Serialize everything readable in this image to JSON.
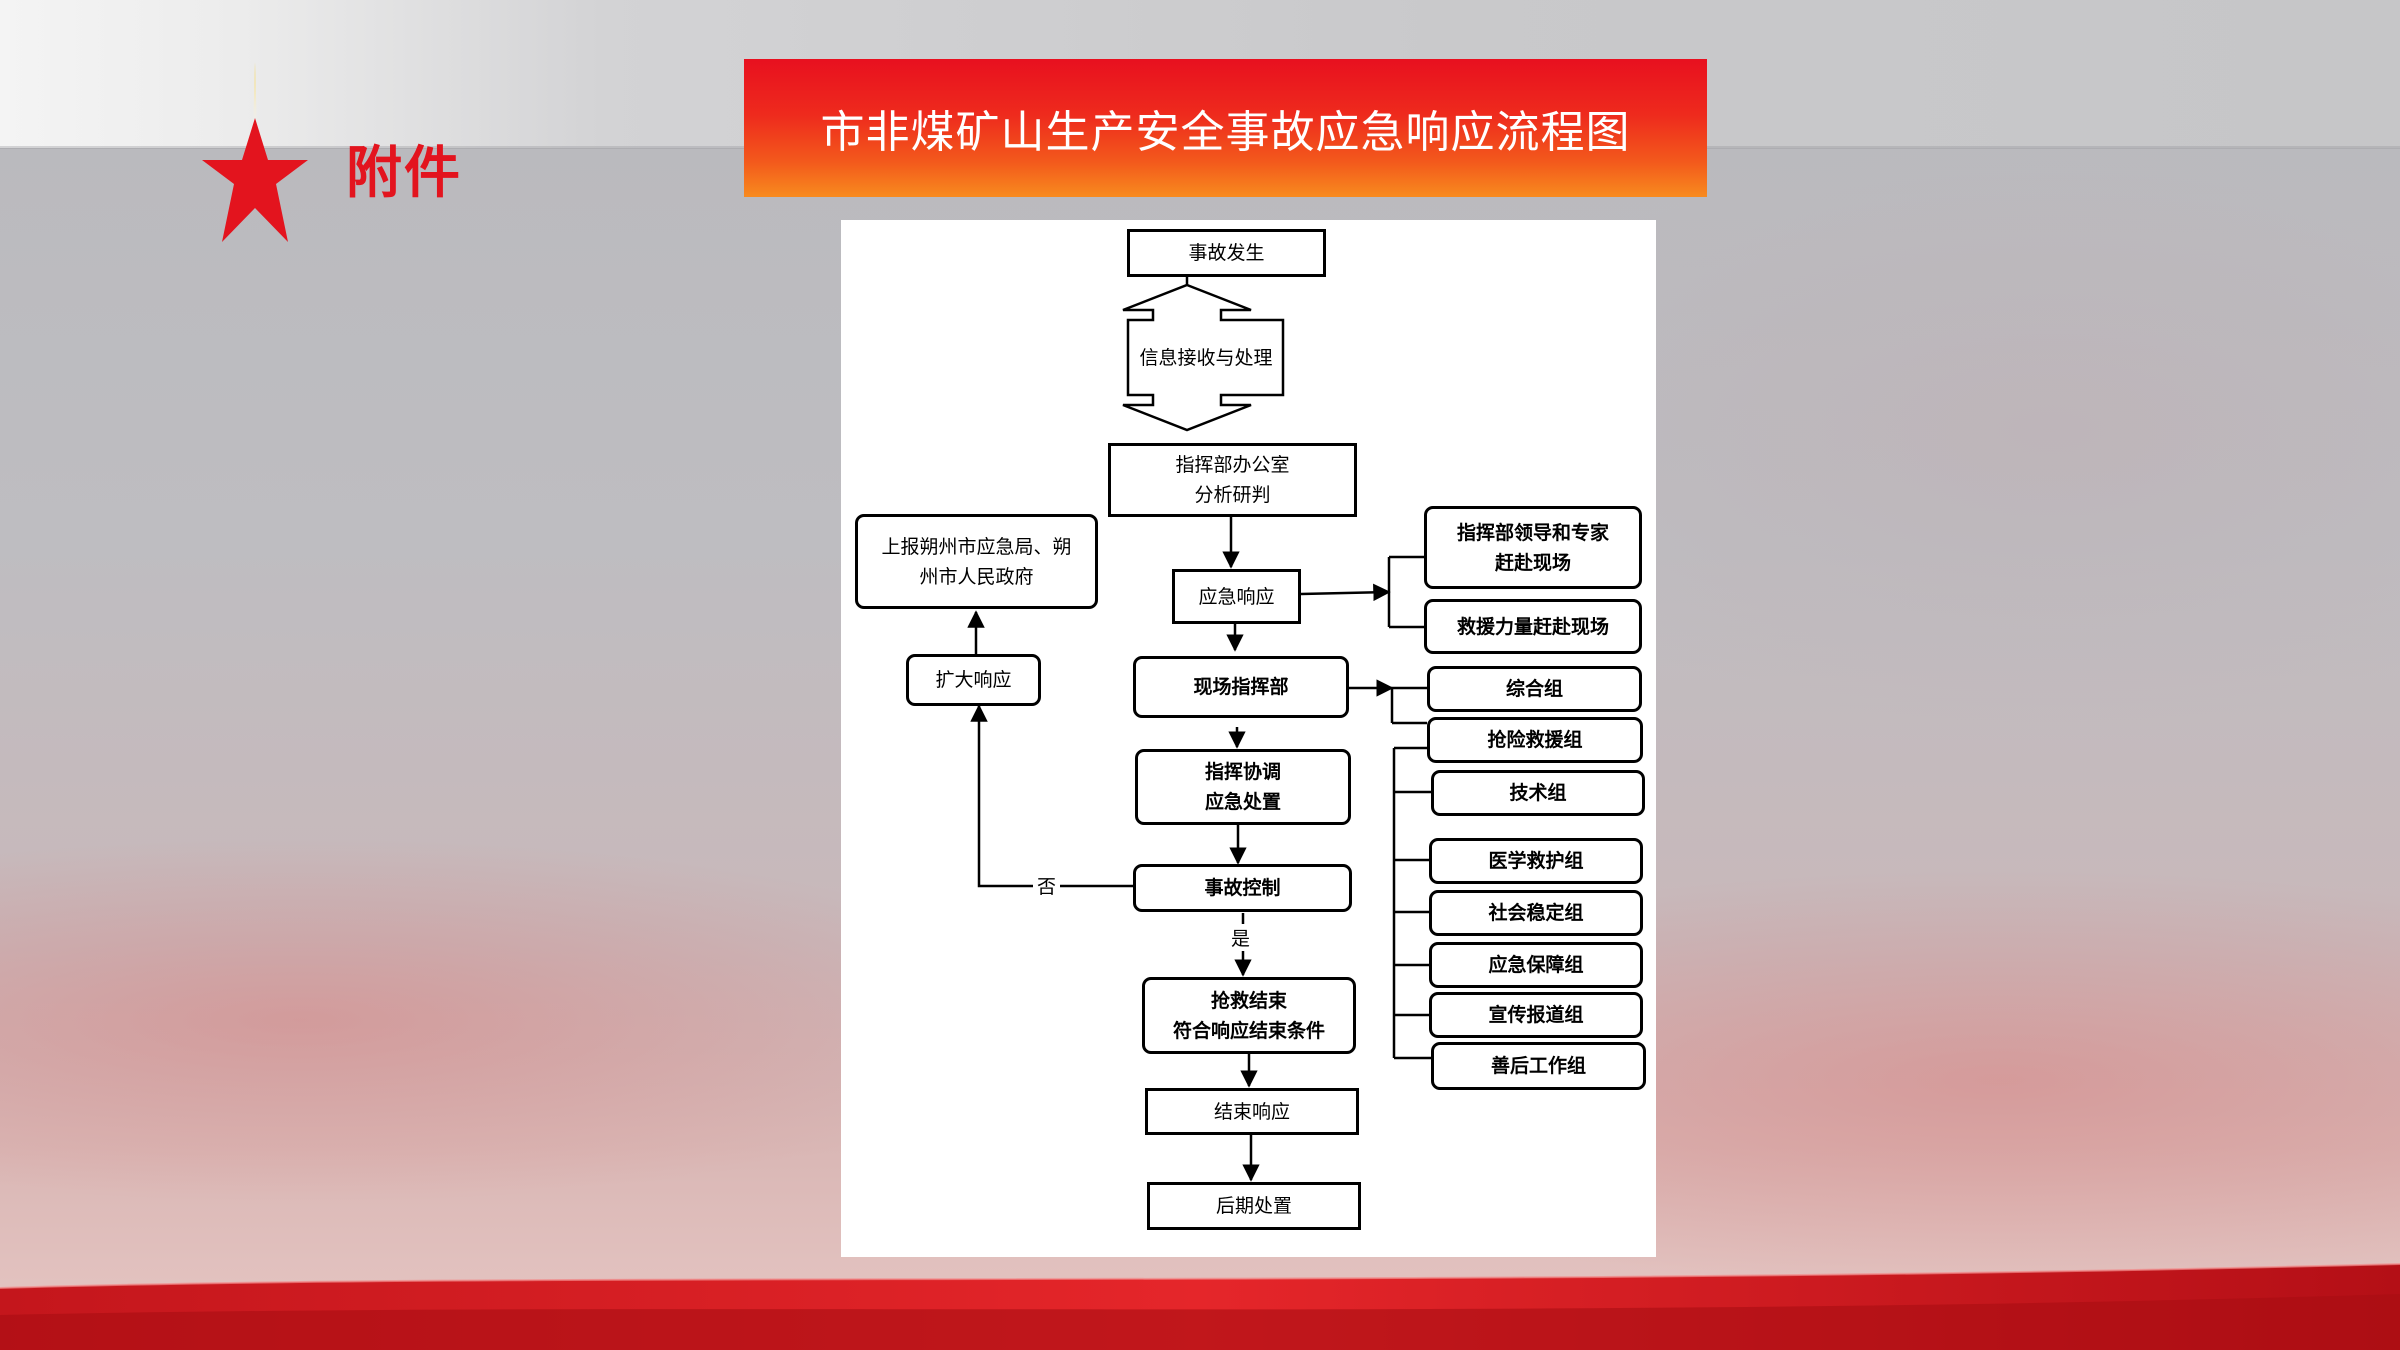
{
  "slide": {
    "attachment_label": "附件",
    "title": "市非煤矿山生产安全事故应急响应流程图"
  },
  "flowchart": {
    "nodes": {
      "accident": "事故发生",
      "info": "信息接收与处理",
      "office_1": "指挥部办公室",
      "office_2": "分析研判",
      "response": "应急响应",
      "leaders_1": "指挥部领导和专家",
      "leaders_2": "赶赴现场",
      "rescue_force": "救援力量赶赴现场",
      "report_1": "上报朔州市应急局、朔",
      "report_2": "州市人民政府",
      "expand": "扩大响应",
      "field_hq": "现场指挥部",
      "coord_1": "指挥协调",
      "coord_2": "应急处置",
      "control": "事故控制",
      "end_rescue_1": "抢救结束",
      "end_rescue_2": "符合响应结束条件",
      "end_response": "结束响应",
      "aftermath": "后期处置"
    },
    "groups": [
      "综合组",
      "抢险救援组",
      "技术组",
      "医学救护组",
      "社会稳定组",
      "应急保障组",
      "宣传报道组",
      "善后工作组"
    ],
    "labels": {
      "no": "否",
      "yes": "是"
    }
  },
  "colors": {
    "accent_red": "#e3141e",
    "title_top": "#e8101f",
    "title_bottom": "#f88b1e"
  }
}
